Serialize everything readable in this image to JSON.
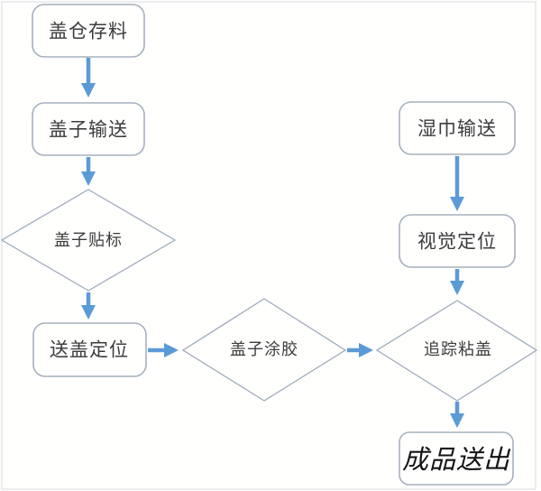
{
  "diagram": {
    "description": "wet-wipes lid assembly process flowchart",
    "colors": {
      "arrow": "#5b9bd5",
      "shape_border": "#a6b0bc",
      "text": "#3c3c3c",
      "final_text": "#141414",
      "background": "#fffffe",
      "frame": "#d9d9d9"
    },
    "nodes": {
      "cover_storage": {
        "label": "盖仓存料",
        "type": "process"
      },
      "cover_convey": {
        "label": "盖子输送",
        "type": "process"
      },
      "cover_label": {
        "label": "盖子贴标",
        "type": "decision"
      },
      "cover_position": {
        "label": "送盖定位",
        "type": "process"
      },
      "cover_glue": {
        "label": "盖子涂胶",
        "type": "decision"
      },
      "wipes_convey": {
        "label": "湿巾输送",
        "type": "process"
      },
      "vision_position": {
        "label": "视觉定位",
        "type": "process"
      },
      "track_stick": {
        "label": "追踪粘盖",
        "type": "decision"
      },
      "product_out": {
        "label": "成品送出",
        "type": "terminal"
      }
    },
    "edges": [
      {
        "from": "cover_storage",
        "to": "cover_convey"
      },
      {
        "from": "cover_convey",
        "to": "cover_label"
      },
      {
        "from": "cover_label",
        "to": "cover_position"
      },
      {
        "from": "cover_position",
        "to": "cover_glue"
      },
      {
        "from": "cover_glue",
        "to": "track_stick"
      },
      {
        "from": "wipes_convey",
        "to": "vision_position"
      },
      {
        "from": "vision_position",
        "to": "track_stick"
      },
      {
        "from": "track_stick",
        "to": "product_out"
      }
    ]
  }
}
